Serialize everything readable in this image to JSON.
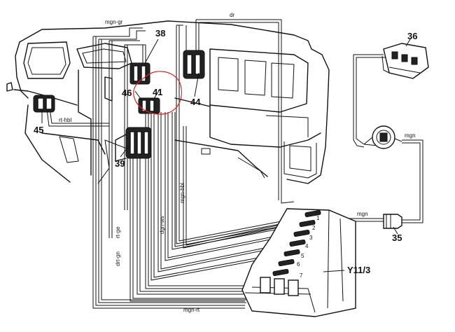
{
  "callouts": {
    "c36": "36",
    "c38": "38",
    "c46": "46",
    "c41": "41",
    "c44": "44",
    "c45": "45",
    "c39": "39",
    "c35": "35",
    "y11": "Y11/3"
  },
  "wire_labels": {
    "mgn_gr": "mgn-gr",
    "dr": "dr",
    "rt_hbl": "rt-hbl",
    "mgn_top": "mgn",
    "mgn_bottom": "mgn",
    "mgn_hbl": "mgn-hbl",
    "dgn_ws": "dgn-ws",
    "rt_ge": "rt-ge",
    "drt_gn": "drt-gn",
    "mgn_rt": "mgn-rt"
  },
  "pins": [
    "1",
    "2",
    "3",
    "4",
    "5",
    "6",
    "7"
  ],
  "colors": {
    "ink": "#111111",
    "highlight": "#e02020"
  }
}
